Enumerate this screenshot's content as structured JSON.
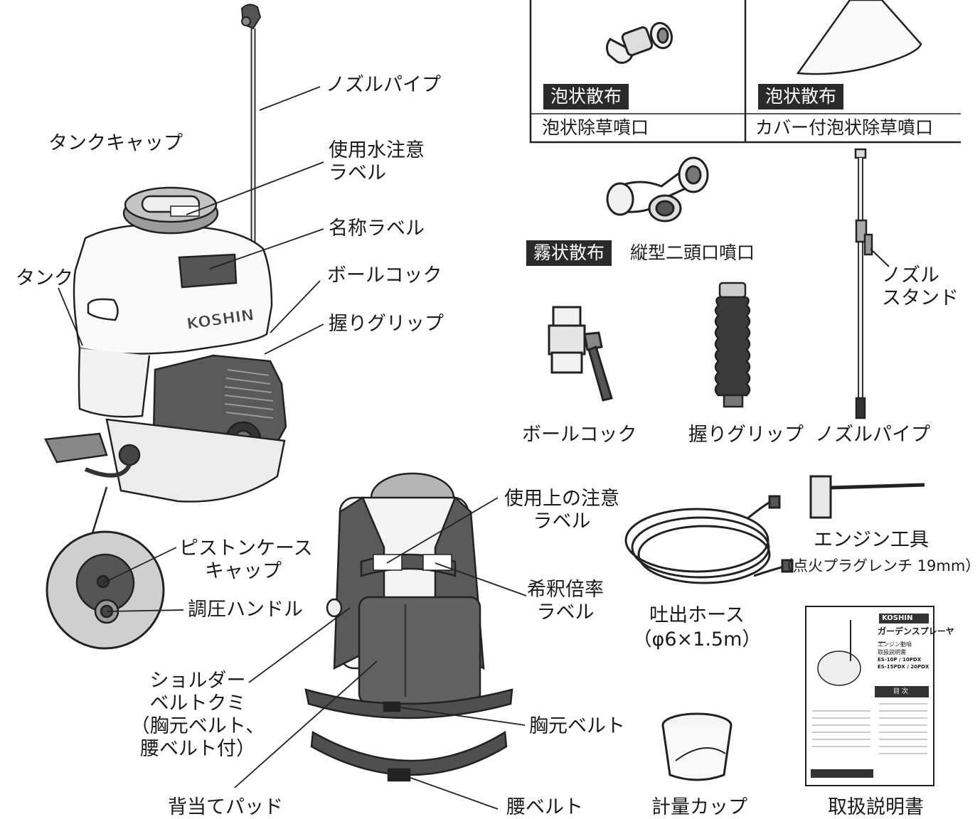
{
  "accessory_box": {
    "left": {
      "badge": "泡状散布",
      "name": "泡状除草噴口"
    },
    "right": {
      "badge": "泡状散布",
      "name": "カバー付泡状除草噴口"
    }
  },
  "twin_nozzle": {
    "badge": "霧状散布",
    "name": "縦型二頭口噴口"
  },
  "nozzle_stand": {
    "line1": "ノズル",
    "line2": "スタンド"
  },
  "machine_labels": {
    "nozzle_pipe": "ノズルパイプ",
    "tank_cap": "タンクキャップ",
    "water_caution_1": "使用水注意",
    "water_caution_2": "ラベル",
    "name_label": "名称ラベル",
    "tank": "タンク",
    "ball_cock": "ボールコック",
    "grip": "握りグリップ",
    "brand": "KOSHIN"
  },
  "inset_labels": {
    "piston_cap_1": "ピストンケース",
    "piston_cap_2": "キャップ",
    "pressure_handle": "調圧ハンドル"
  },
  "harness_labels": {
    "shoulder_1": "ショルダー",
    "shoulder_2": "ベルトクミ",
    "shoulder_3": "（胸元ベルト、",
    "shoulder_4": "腰ベルト付）",
    "usage_caution_1": "使用上の注意",
    "usage_caution_2": "ラベル",
    "dilution_1": "希釈倍率",
    "dilution_2": "ラベル",
    "chest_belt": "胸元ベルト",
    "back_pad": "背当てパッド",
    "waist_belt": "腰ベルト"
  },
  "parts": {
    "ball_cock": "ボールコック",
    "grip": "握りグリップ",
    "nozzle_pipe": "ノズルパイプ",
    "engine_tool_1": "エンジン工具",
    "engine_tool_2": "（点火プラグレンチ 19mm）",
    "hose_1": "吐出ホース",
    "hose_2": "（φ6×1.5m）",
    "measuring_cup": "計量カップ",
    "manual": "取扱説明書"
  },
  "manual_cover": {
    "brand": "KOSHIN",
    "title": "ガーデンスプレーヤー",
    "sub1": "エンジン動噴",
    "sub2": "取扱説明書",
    "model1": "ES-10P / 10PDX",
    "model2": "ES-15PDX / 20PDX",
    "toc": "目 次"
  }
}
